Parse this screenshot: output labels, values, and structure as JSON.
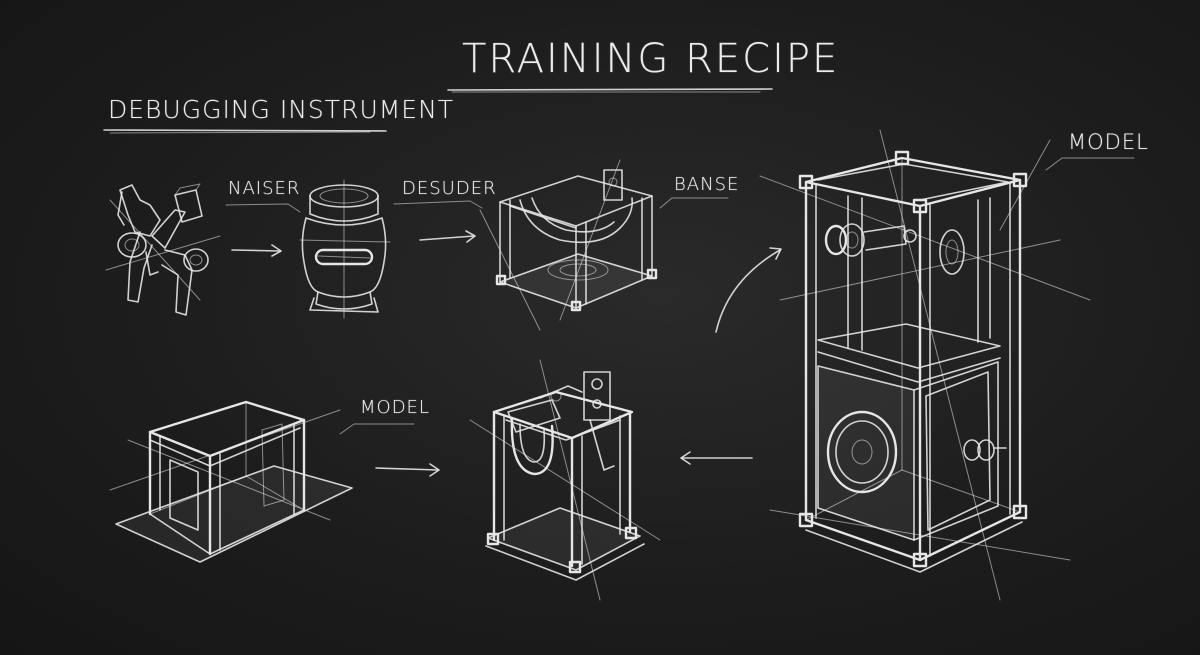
{
  "title": "TRAINING RECIPE",
  "section_heading": "DEBUGGING INSTRUMENT",
  "labels": {
    "naiser": "NAISER",
    "desuder": "DESUDER",
    "banse": "BANSE",
    "model_top": "MODEL",
    "model_mid": "MODEL"
  },
  "colors": {
    "background": "#1d1d1d",
    "chalk": "#e9e9e9"
  }
}
